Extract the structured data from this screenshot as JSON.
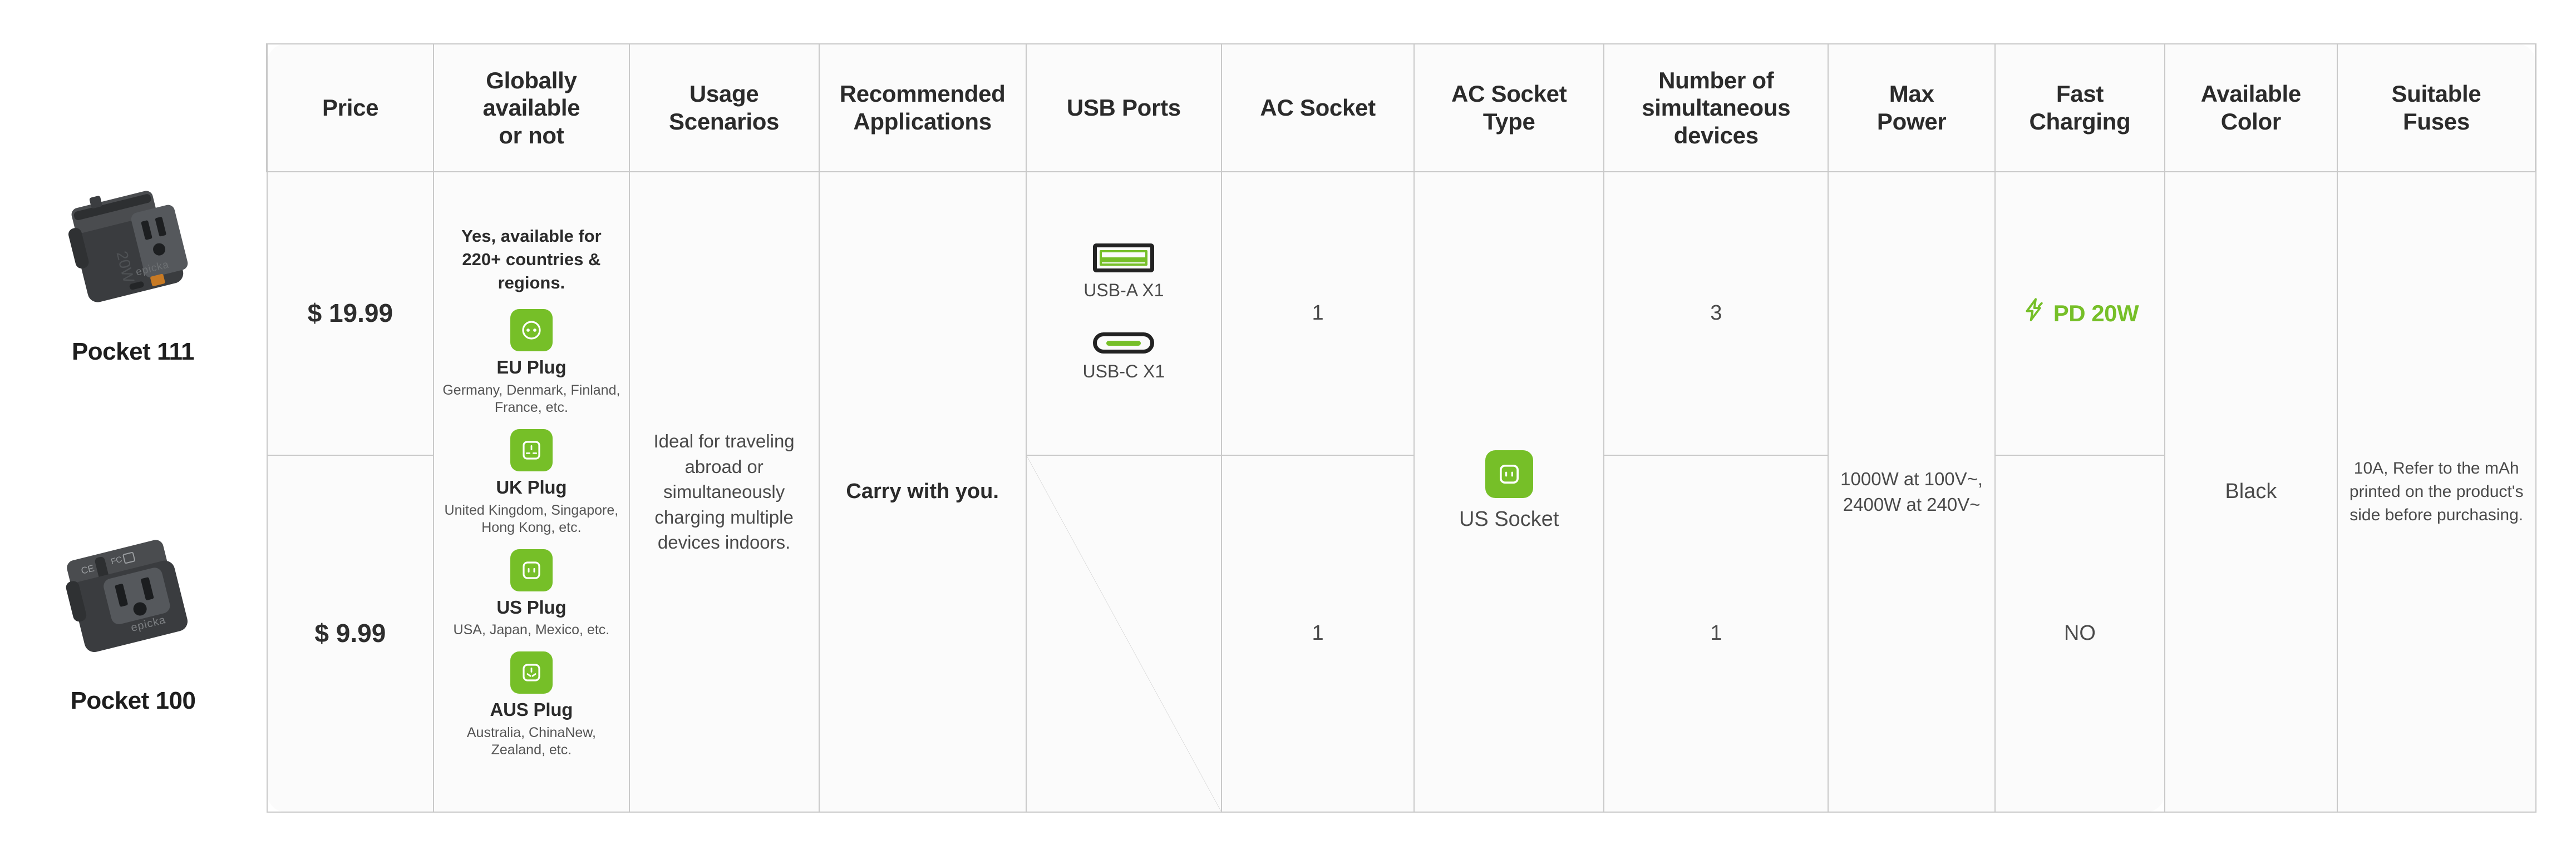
{
  "products": [
    {
      "name": "Pocket 111",
      "image_alt": "black-travel-adapter-with-usb-c-and-usb-a-ports",
      "brand_mark": "epicka",
      "body_mark": "20W"
    },
    {
      "name": "Pocket 100",
      "image_alt": "black-travel-adapter-with-us-socket",
      "brand_mark": "epicka",
      "body_mark": ""
    }
  ],
  "table": {
    "headers": [
      "Price",
      "Globally available or not",
      "Usage Scenarios",
      "Recommended Applications",
      "USB Ports",
      "AC Socket",
      "AC Socket Type",
      "Number of simultaneous devices",
      "Max Power",
      "Fast Charging",
      "Available Color",
      "Suitable Fuses"
    ],
    "headers_lines": {
      "price": [
        "Price"
      ],
      "globally_available": [
        "Globally",
        "available",
        "or not"
      ],
      "usage_scenarios": [
        "Usage",
        "Scenarios"
      ],
      "recommended_applications": [
        "Recommended",
        "Applications"
      ],
      "usb_ports": [
        "USB Ports"
      ],
      "ac_socket": [
        "AC Socket"
      ],
      "ac_socket_type": [
        "AC Socket",
        "Type"
      ],
      "simultaneous_devices": [
        "Number of",
        "simultaneous",
        "devices"
      ],
      "max_power": [
        "Max",
        "Power"
      ],
      "fast_charging": [
        "Fast",
        "Charging"
      ],
      "available_color": [
        "Available",
        "Color"
      ],
      "suitable_fuses": [
        "Suitable",
        "Fuses"
      ]
    },
    "shared": {
      "globally_available": {
        "headline": "Yes, available for 220+ countries & regions.",
        "plugs": [
          {
            "icon": "eu-plug-socket-icon",
            "title": "EU Plug",
            "regions": "Germany, Denmark, Finland, France, etc."
          },
          {
            "icon": "uk-plug-socket-icon",
            "title": "UK Plug",
            "regions": "United Kingdom, Singapore, Hong Kong, etc."
          },
          {
            "icon": "us-plug-socket-icon",
            "title": "US Plug",
            "regions": "USA, Japan, Mexico, etc."
          },
          {
            "icon": "aus-plug-socket-icon",
            "title": "AUS Plug",
            "regions": "Australia, ChinaNew, Zealand, etc."
          }
        ]
      },
      "usage_scenarios": "Ideal for traveling abroad or simultaneously charging multiple devices indoors.",
      "recommended_applications": "Carry with you.",
      "ac_socket_type": {
        "icon": "us-socket-icon",
        "label": "US Socket"
      },
      "max_power": "1000W at 100V~, 2400W at 240V~",
      "available_color": "Black",
      "suitable_fuses": "10A, Refer to the mAh printed on the product's side before purchasing."
    },
    "rows": [
      {
        "product": "Pocket 111",
        "price": "$ 19.99",
        "usb_ports": [
          {
            "icon": "usb-a-port-icon",
            "label": "USB-A X1"
          },
          {
            "icon": "usb-c-port-icon",
            "label": "USB-C X1"
          }
        ],
        "ac_socket": "1",
        "simultaneous_devices": "3",
        "fast_charging": {
          "icon": "lightning-bolt-icon",
          "text": "PD 20W"
        }
      },
      {
        "product": "Pocket 100",
        "price": "$ 9.99",
        "usb_ports_none": true,
        "ac_socket": "1",
        "simultaneous_devices": "1",
        "fast_charging": {
          "icon": "",
          "text": "NO"
        }
      }
    ]
  },
  "colors": {
    "accent_green": "#76BF28",
    "header_bg": "#ECECEC",
    "cell_bg": "#FBFBFB",
    "border": "#C9C9C9",
    "text_dark": "#2B2B2B",
    "text_body": "#4A4A4A"
  }
}
